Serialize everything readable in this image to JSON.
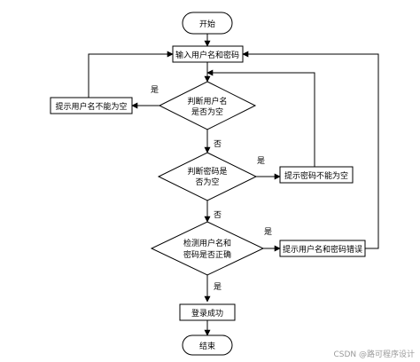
{
  "nodes": {
    "start": "开始",
    "input": "输入用户名和密码",
    "check_username_line1": "判断用户名",
    "check_username_line2": "是否为空",
    "username_empty": "提示用户名不能为空",
    "check_password_line1": "判断密码是",
    "check_password_line2": "否为空",
    "password_empty": "提示密码不能为空",
    "verify_line1": "检测用户名和",
    "verify_line2": "密码是否正确",
    "credentials_error": "提示用户名和密码错误",
    "login_success": "登录成功",
    "end": "结束"
  },
  "edge_labels": {
    "username_yes": "是",
    "username_no": "否",
    "password_yes": "是",
    "password_no": "否",
    "verify_yes": "是",
    "verify_wrong": "是"
  },
  "watermark": "CSDN @路可程序设计"
}
